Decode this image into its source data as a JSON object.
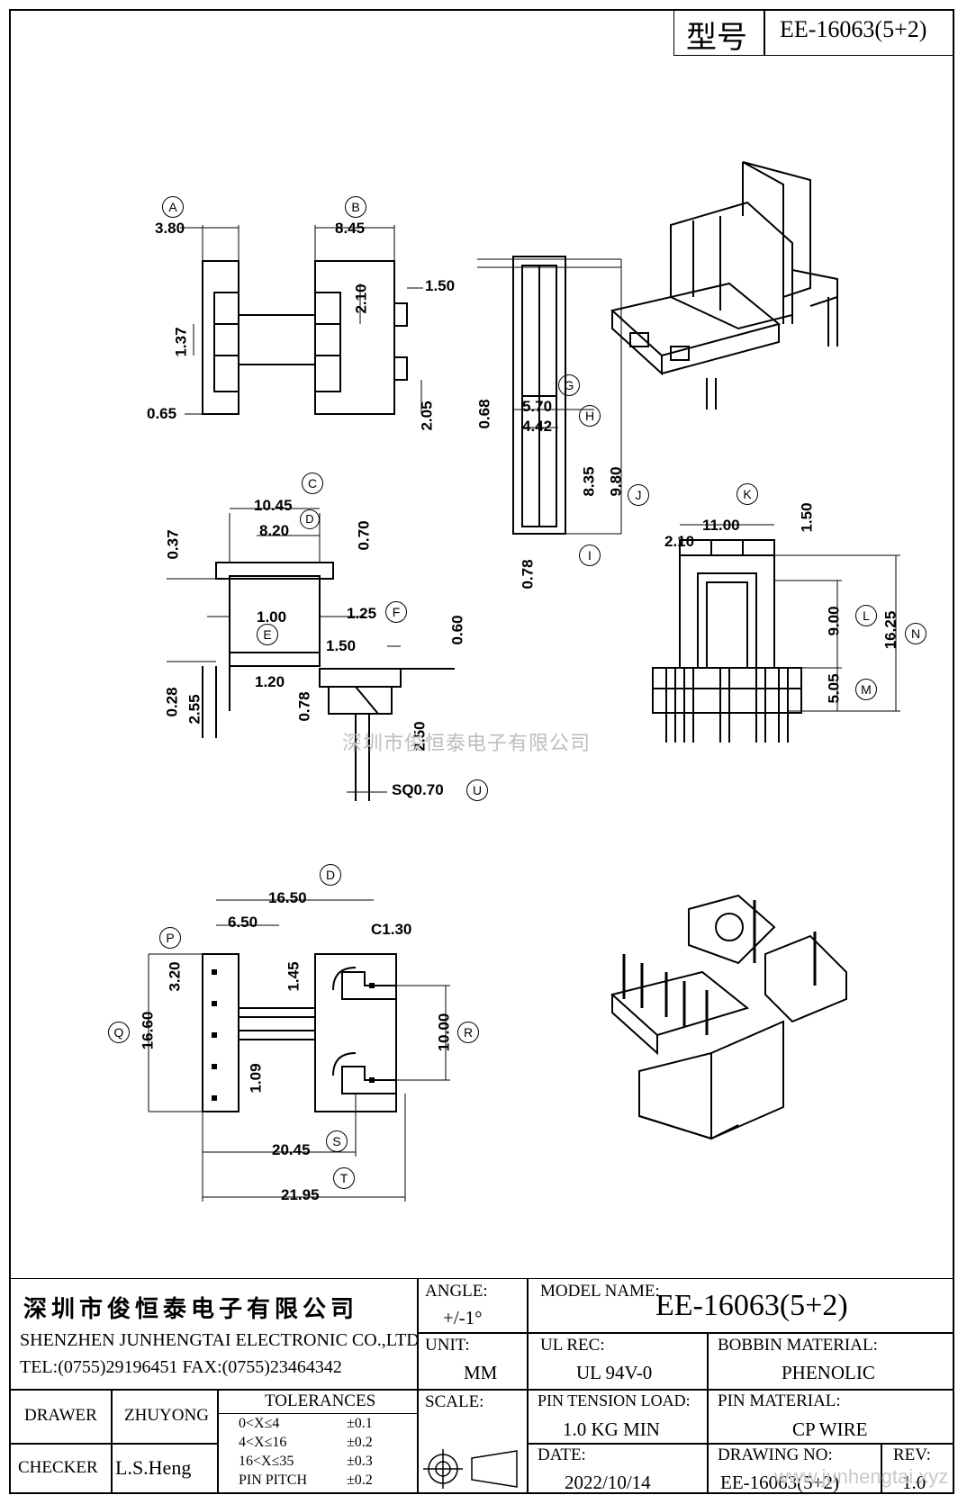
{
  "header": {
    "model_label": "型号",
    "model_value": "EE-16063(5+2)"
  },
  "dims": {
    "a_val": "3.80",
    "a_tag": "A",
    "b_val": "8.45",
    "b_tag": "B",
    "d150": "1.50",
    "d210": "2.10",
    "d137": "1.37",
    "d065": "0.65",
    "d205": "2.05",
    "g_tag": "G",
    "g_val": "5.70",
    "h_tag": "H",
    "h_val": "4.42",
    "d068": "0.68",
    "j_tag": "J",
    "d835": "8.35",
    "d980": "9.80",
    "i_tag": "I",
    "d078a": "0.78",
    "c_tag": "C",
    "c_val": "10.45",
    "d_tag_small": "D",
    "d820": "8.20",
    "d037": "0.37",
    "d070": "0.70",
    "e_val": "1.00",
    "e_tag": "E",
    "f_val": "1.25",
    "f_tag": "F",
    "d150b": "1.50",
    "d060": "0.60",
    "d028": "0.28",
    "d255": "2.55",
    "d120": "1.20",
    "d078b": "0.78",
    "d250": "2.50",
    "sq": "SQ0.70",
    "u_tag": "U",
    "k_tag": "K",
    "k_val": "11.00",
    "d150c": "1.50",
    "d210b": "2.10",
    "d900": "9.00",
    "l_tag": "L",
    "d1625": "16.25",
    "n_tag": "N",
    "d505": "5.05",
    "m_tag": "M",
    "d_tag": "D",
    "d1650": "16.50",
    "d650": "6.50",
    "c130": "C1.30",
    "p_tag": "P",
    "d320": "3.20",
    "d145": "1.45",
    "q_tag": "Q",
    "d1660": "16.60",
    "d1000": "10.00",
    "r_tag": "R",
    "d109": "1.09",
    "s_val": "20.45",
    "s_tag": "S",
    "t_val": "21.95",
    "t_tag": "T"
  },
  "watermark": "深圳市俊恒泰电子有限公司",
  "title_block": {
    "company_cn": "深圳市俊恒泰电子有限公司",
    "company_en": "SHENZHEN JUNHENGTAI ELECTRONIC CO.,LTD",
    "contact": "TEL:(0755)29196451 FAX:(0755)23464342",
    "angle_label": "ANGLE:",
    "angle_value": "+/-1°",
    "model_name_label": "MODEL NAME:",
    "model_name_value": "EE-16063(5+2)",
    "unit_label": "UNIT:",
    "unit_value": "MM",
    "ul_label": "UL REC:",
    "ul_value": "UL 94V-0",
    "bobbin_label": "BOBBIN MATERIAL:",
    "bobbin_value": "PHENOLIC",
    "drawer_label": "DRAWER",
    "drawer_value": "ZHUYONG",
    "tolerances_label": "TOLERANCES",
    "tol_rows": [
      {
        "range": "0<X≤4",
        "value": "±0.1"
      },
      {
        "range": "4<X≤16",
        "value": "±0.2"
      },
      {
        "range": "16<X≤35",
        "value": "±0.3"
      },
      {
        "range": "PIN PITCH",
        "value": "±0.2"
      }
    ],
    "scale_label": "SCALE:",
    "pin_tension_label": "PIN TENSION LOAD:",
    "pin_tension_value": "1.0 KG MIN",
    "pin_material_label": "PIN MATERIAL:",
    "pin_material_value": "CP WIRE",
    "checker_label": "CHECKER",
    "checker_value": "L.S.Heng",
    "date_label": "DATE:",
    "date_value": "2022/10/14",
    "drawing_no_label": "DRAWING NO:",
    "drawing_no_value": "EE-16063(5+2)",
    "rev_label": "REV:",
    "rev_value": "1.0",
    "website": "www.junhengtai.xyz"
  }
}
